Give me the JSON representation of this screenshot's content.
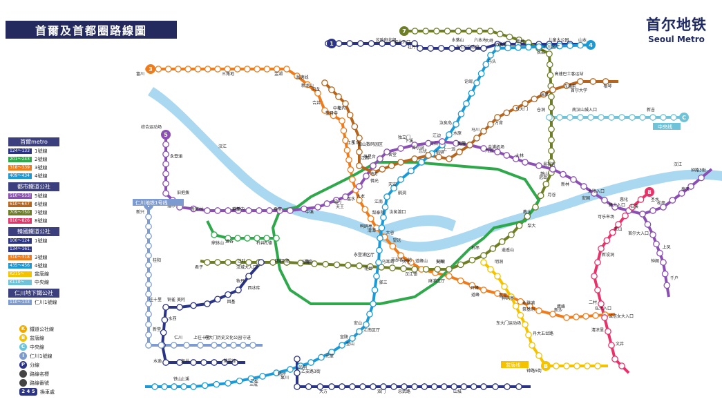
{
  "header": {
    "title": "首爾及首都圈路線圖",
    "brand_cn": "首尔地铁",
    "brand_en": "Seoul Metro"
  },
  "legend": {
    "groups": [
      {
        "title": "首爾metro",
        "rows": [
          {
            "range": "124～133",
            "label": "1號線",
            "color": "#2a3384"
          },
          {
            "range": "201～243",
            "label": "2號線",
            "color": "#2ea84a"
          },
          {
            "range": "318～339",
            "label": "3號線",
            "color": "#ef7c1c"
          },
          {
            "range": "409～434",
            "label": "4號線",
            "color": "#1c9ad6"
          }
        ]
      },
      {
        "title": "都市鐵道公社",
        "rows": [
          {
            "range": "510～553/～P555",
            "label": "5號線",
            "color": "#8b4fb3"
          },
          {
            "range": "610～647",
            "label": "6號線",
            "color": "#b5651e"
          },
          {
            "range": "709～750",
            "label": "7號線",
            "color": "#6e7e26"
          },
          {
            "range": "810～826",
            "label": "8號線",
            "color": "#e8336a"
          }
        ]
      },
      {
        "title": "韓國鐵道公社",
        "rows": [
          {
            "range": "100～124",
            "label": "1號線",
            "color": "#2a3384"
          },
          {
            "range": "134～161, P142～P188",
            "label": "",
            "color": "#2a3384"
          },
          {
            "range": "310～318",
            "label": "3號線",
            "color": "#ef7c1c"
          },
          {
            "range": "435～456",
            "label": "4號線",
            "color": "#1c9ad6"
          },
          {
            "range": "K215～K230",
            "label": "盆唐線",
            "color": "#f5c200"
          },
          {
            "range": "K110～K128",
            "label": "中央線",
            "color": "#6fc3d8"
          }
        ]
      },
      {
        "title": "仁川地下鐵公社",
        "rows": [
          {
            "range": "110～133",
            "label": "仁川1號線",
            "color": "#7d9bcf"
          }
        ]
      }
    ],
    "keys": [
      {
        "icon": "K",
        "label": "鐵道公社線",
        "color": "#f0a800"
      },
      {
        "icon": "B",
        "label": "盆唐線",
        "color": "#f5c200"
      },
      {
        "icon": "C",
        "label": "中央線",
        "color": "#6fc3d8"
      },
      {
        "icon": "I",
        "label": "仁川1號線",
        "color": "#7d9bcf"
      },
      {
        "icon": "P",
        "label": "分線",
        "color": "#2a3384"
      },
      {
        "icon": "",
        "label": "路線名標",
        "color": "#444444"
      },
      {
        "icon": "",
        "label": "路線番號",
        "color": "#444444"
      },
      {
        "icon": "2 4 5",
        "label": "換車處",
        "color": "#2a3384"
      }
    ]
  },
  "map": {
    "river_label_1": "汉江",
    "river_label_2": "汉江",
    "line_tags": {
      "incheon": "仁川地铁1号线",
      "central": "中央线",
      "bundang": "盆唐线"
    },
    "line_badges": [
      "1",
      "3",
      "4",
      "5",
      "7",
      "8",
      "C",
      "I",
      "B"
    ],
    "labels": [
      {
        "t": "议政府北部"
      },
      {
        "t": "议政府"
      },
      {
        "t": "回龙"
      },
      {
        "t": "望月寺"
      },
      {
        "t": "道峰山"
      },
      {
        "t": "道峰"
      },
      {
        "t": "水落山"
      },
      {
        "t": "长岩"
      },
      {
        "t": "逍遥山"
      },
      {
        "t": "大化"
      },
      {
        "t": "注叶"
      },
      {
        "t": "鼎钵山"
      },
      {
        "t": "马头"
      },
      {
        "t": "白石"
      },
      {
        "t": "大谷"
      },
      {
        "t": "花井"
      },
      {
        "t": "元堂"
      },
      {
        "t": "三松"
      },
      {
        "t": "旧把拨"
      },
      {
        "t": "延新内"
      },
      {
        "t": "佛光"
      },
      {
        "t": "独立门"
      },
      {
        "t": "景福宫"
      },
      {
        "t": "安国"
      },
      {
        "t": "钟路3街"
      },
      {
        "t": "钟阁"
      },
      {
        "t": "市厅"
      },
      {
        "t": "首尔站"
      },
      {
        "t": "东大门"
      },
      {
        "t": "东庙前"
      },
      {
        "t": "新设洞"
      },
      {
        "t": "清凉里"
      },
      {
        "t": "回基"
      },
      {
        "t": "往十里"
      },
      {
        "t": "乙支路3街"
      },
      {
        "t": "忠武路"
      },
      {
        "t": "明洞"
      },
      {
        "t": "东大门运动场"
      },
      {
        "t": "新堂"
      },
      {
        "t": "上往十里"
      },
      {
        "t": "药水"
      },
      {
        "t": "金湖"
      },
      {
        "t": "玉水"
      },
      {
        "t": "鸭鸥亭"
      },
      {
        "t": "狎鸥亭"
      },
      {
        "t": "新沙"
      },
      {
        "t": "高速巴士客运站"
      },
      {
        "t": "教大"
      },
      {
        "t": "南部客运站"
      },
      {
        "t": "良才"
      },
      {
        "t": "道谷"
      },
      {
        "t": "大峙"
      },
      {
        "t": "鹤驿"
      },
      {
        "t": "江南"
      },
      {
        "t": "驿三"
      },
      {
        "t": "宣陵"
      },
      {
        "t": "三成"
      },
      {
        "t": "综合运动场"
      },
      {
        "t": "蚕室"
      },
      {
        "t": "城内"
      },
      {
        "t": "江边"
      },
      {
        "t": "九宜"
      },
      {
        "t": "建大入口"
      },
      {
        "t": "圣水"
      },
      {
        "t": "千户"
      },
      {
        "t": "江东"
      },
      {
        "t": "上一洞"
      },
      {
        "t": "马川"
      },
      {
        "t": "梧琴"
      },
      {
        "t": "可乐市场"
      },
      {
        "t": "文井"
      },
      {
        "t": "牧丹"
      },
      {
        "t": "水西"
      },
      {
        "t": "复井"
      },
      {
        "t": "山城"
      },
      {
        "t": "南汉山城入口"
      },
      {
        "t": "丹大五岔路"
      },
      {
        "t": "新兴"
      },
      {
        "t": "守进"
      },
      {
        "t": "牡丹"
      },
      {
        "t": "盆唐线"
      },
      {
        "t": "合井"
      },
      {
        "t": "望远"
      },
      {
        "t": "麻浦区厅"
      },
      {
        "t": "弘大入口"
      },
      {
        "t": "新村"
      },
      {
        "t": "梨大"
      },
      {
        "t": "阿岘"
      },
      {
        "t": "忠正路"
      },
      {
        "t": "孔德"
      },
      {
        "t": "麻浦"
      },
      {
        "t": "汝矣岛"
      },
      {
        "t": "汝矣渡口"
      },
      {
        "t": "永登浦区厅"
      },
      {
        "t": "堂山"
      },
      {
        "t": "杨坪"
      },
      {
        "t": "永登浦"
      },
      {
        "t": "新道林"
      },
      {
        "t": "九老"
      },
      {
        "t": "加山数码园区"
      },
      {
        "t": "大林"
      },
      {
        "t": "新林"
      },
      {
        "t": "奉天"
      },
      {
        "t": "首尔大入口"
      },
      {
        "t": "落星台"
      },
      {
        "t": "舍堂"
      },
      {
        "t": "方背"
      },
      {
        "t": "瑞草"
      },
      {
        "t": "龙山"
      },
      {
        "t": "二村"
      },
      {
        "t": "西冰库"
      },
      {
        "t": "铜雀"
      },
      {
        "t": "鹭梁津"
      },
      {
        "t": "大方"
      },
      {
        "t": "新吉"
      },
      {
        "t": "富平"
      },
      {
        "t": "桂阳"
      },
      {
        "t": "仁川"
      },
      {
        "t": "东仁川"
      },
      {
        "t": "富川"
      },
      {
        "t": "松内"
      },
      {
        "t": "温水"
      },
      {
        "t": "开峰"
      },
      {
        "t": "永登浦"
      },
      {
        "t": "衿川区厅"
      },
      {
        "t": "冠岳"
      },
      {
        "t": "安养"
      },
      {
        "t": "军浦"
      },
      {
        "t": "衿井"
      },
      {
        "t": "山本"
      },
      {
        "t": "水原"
      },
      {
        "t": "天安"
      },
      {
        "t": "乌耳岛"
      },
      {
        "t": "安山"
      },
      {
        "t": "果川"
      },
      {
        "t": "上溪"
      },
      {
        "t": "卢原"
      },
      {
        "t": "中溪"
      },
      {
        "t": "下溪"
      },
      {
        "t": "孔陵"
      },
      {
        "t": "太陵入口"
      },
      {
        "t": "石溪"
      },
      {
        "t": "上凤"
      },
      {
        "t": "中和"
      },
      {
        "t": "忘忧"
      },
      {
        "t": "新内"
      },
      {
        "t": "首尔大学"
      },
      {
        "t": "惠化"
      },
      {
        "t": "诚信女大入口"
      },
      {
        "t": "汉城大入口"
      },
      {
        "t": "美阿"
      },
      {
        "t": "水逾"
      },
      {
        "t": "双门"
      },
      {
        "t": "仓洞"
      },
      {
        "t": "祭基洞"
      },
      {
        "t": "钟路5街"
      },
      {
        "t": "东大门历史文化公园"
      },
      {
        "t": "淑大入口"
      },
      {
        "t": "三角地"
      },
      {
        "t": "新龙山"
      },
      {
        "t": "梨泰院"
      },
      {
        "t": "汉江镇"
      },
      {
        "t": "鹰峰"
      },
      {
        "t": "六本木"
      },
      {
        "t": "月谷"
      },
      {
        "t": "石串"
      },
      {
        "t": "纛岛"
      },
      {
        "t": "君子"
      },
      {
        "t": "儿童大公园"
      },
      {
        "t": "论岘"
      },
      {
        "t": "鹤洞"
      },
      {
        "t": "清潭"
      },
      {
        "t": "江南区厅"
      },
      {
        "t": "光明"
      },
      {
        "t": "铁山"
      },
      {
        "t": "温水"
      },
      {
        "t": "天王"
      },
      {
        "t": "江西"
      },
      {
        "t": "金浦机场"
      },
      {
        "t": "鹊山"
      },
      {
        "t": "松亭"
      }
    ]
  }
}
